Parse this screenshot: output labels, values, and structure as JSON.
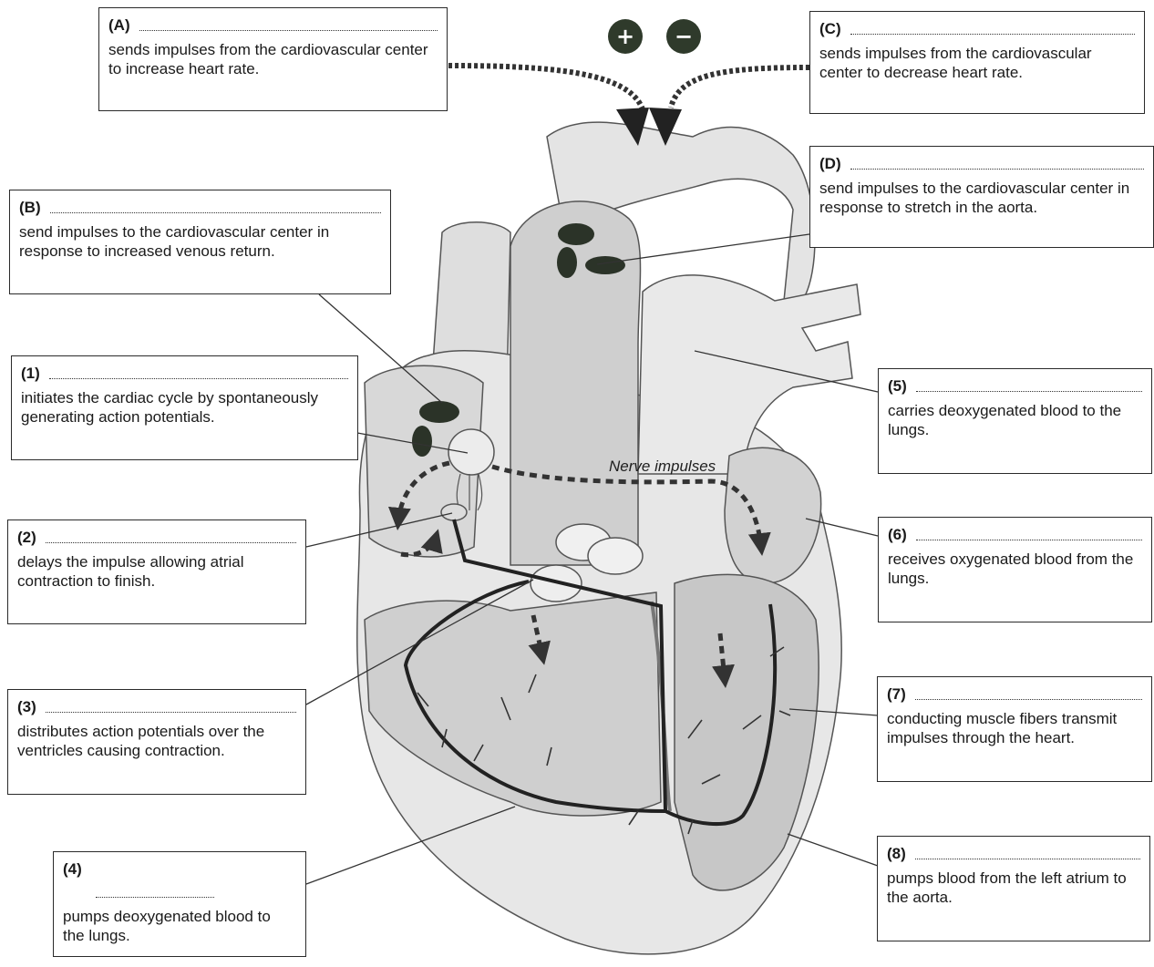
{
  "labels": {
    "A": {
      "tag": "(A)",
      "text": "sends impulses from the cardiovascular center to increase heart rate."
    },
    "B": {
      "tag": "(B)",
      "text": "send impulses to the cardiovascular center in response to increased venous return."
    },
    "C": {
      "tag": "(C)",
      "text": "sends impulses from the cardiovascular center to decrease heart rate."
    },
    "D": {
      "tag": "(D)",
      "text": "send impulses to the cardiovascular center in response to stretch in the aorta."
    },
    "n1": {
      "tag": "(1)",
      "text": "initiates the cardiac cycle by spontaneously generating action potentials."
    },
    "n2": {
      "tag": "(2)",
      "text": "delays the impulse allowing atrial contraction to finish."
    },
    "n3": {
      "tag": "(3)",
      "text": "distributes action potentials over the ventricles causing contraction."
    },
    "n4": {
      "tag": "(4)",
      "text": "pumps deoxygenated blood to the lungs."
    },
    "n5": {
      "tag": "(5)",
      "text": "carries deoxygenated blood to the lungs."
    },
    "n6": {
      "tag": "(6)",
      "text": "receives oxygenated blood from the lungs."
    },
    "n7": {
      "tag": "(7)",
      "text": "conducting muscle fibers transmit impulses through the heart."
    },
    "n8": {
      "tag": "(8)",
      "text": "pumps blood from the left atrium to the aorta."
    }
  },
  "symbols": {
    "plus": "+",
    "minus": "−"
  },
  "nerve_label": "Nerve impulses",
  "colors": {
    "outline": "#2a2a2a",
    "heart_light": "#e2e2e2",
    "heart_mid": "#c4c4c4",
    "heart_dark": "#9a9a9a",
    "node": "#2b3328"
  }
}
